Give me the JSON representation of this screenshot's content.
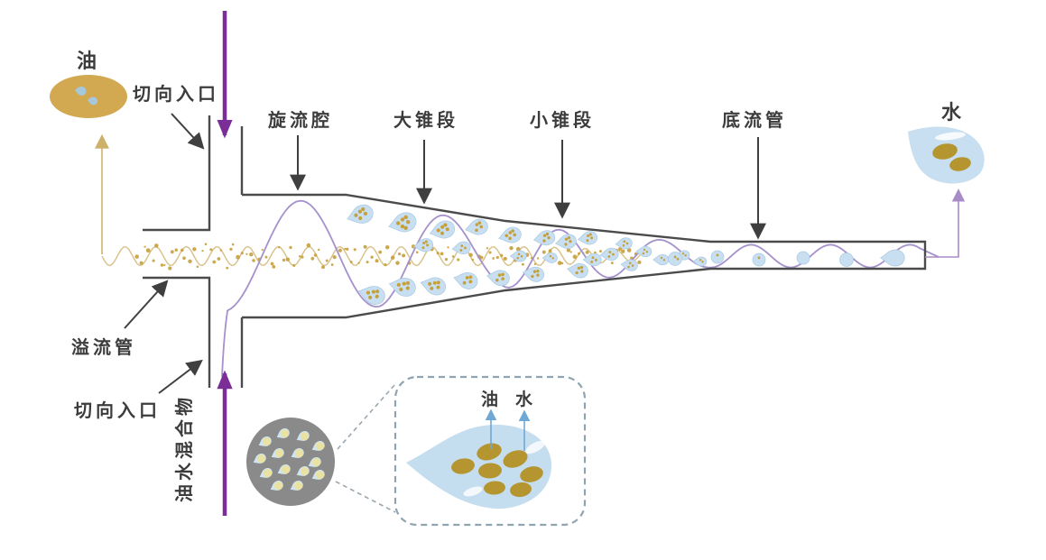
{
  "diagram": {
    "name": "hydrocyclone-oil-water-separation",
    "labels": {
      "oil_outlet": "油",
      "tangential_inlet_top": "切向入口",
      "swirl_chamber": "旋流腔",
      "large_cone": "大锥段",
      "small_cone": "小锥段",
      "underflow_pipe": "底流管",
      "water_outlet": "水",
      "overflow_pipe": "溢流管",
      "tangential_inlet_bottom": "切向入口",
      "oil_water_mixture": "油水混合物",
      "inset_oil": "油",
      "inset_water": "水"
    },
    "colors": {
      "outline": "#4b4b4b",
      "label_text": "#3c3c3c",
      "inlet_arrow_purple": "#7b2f96",
      "swirl_line_purple": "#a08bc8",
      "oil_core_line": "#d6bd80",
      "oil_particles": "#c6a03c",
      "oil_blob": "#d2a850",
      "water_droplet_blue": "#c7dff0",
      "droplet_edge_blue": "#a9c9e2",
      "oil_in_water_olive": "#b5952f",
      "mixture_circle_gray": "#8a8a8a",
      "mixture_droplet_fill": "#cfe4f2",
      "mixture_droplet_core": "#e9e2a2",
      "inset_border": "#8fa3b0",
      "inset_arrow_blue": "#6fa8d4"
    }
  }
}
